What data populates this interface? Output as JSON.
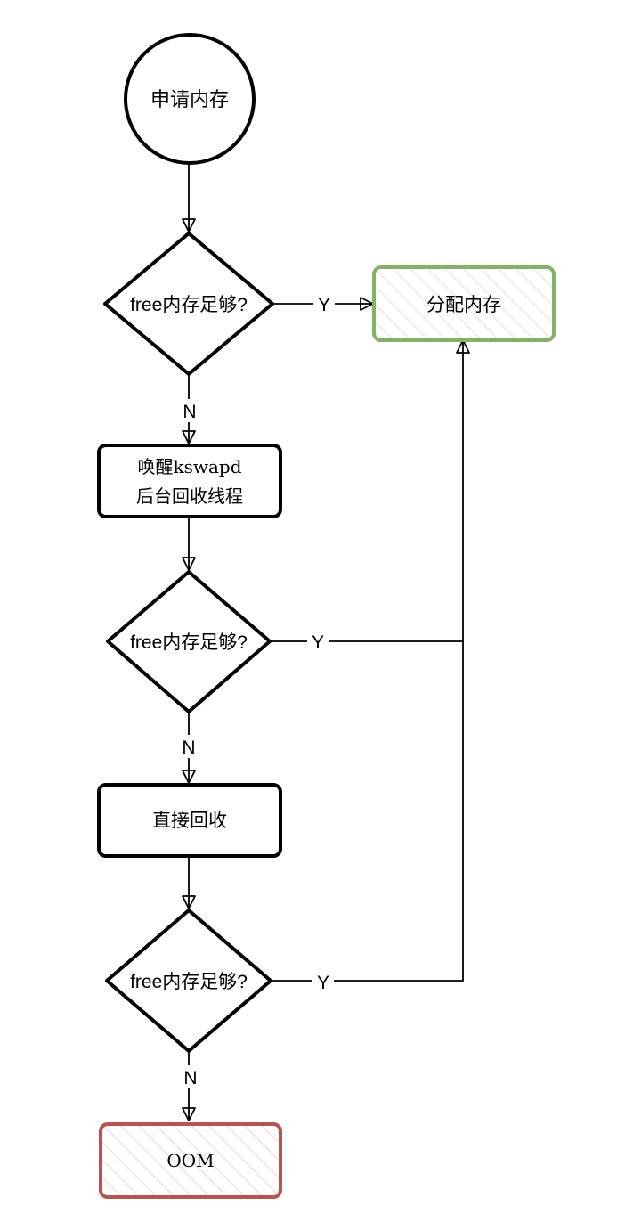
{
  "nodes": {
    "start": {
      "text": "申请内存"
    },
    "check1": {
      "text": "free内存足够?"
    },
    "alloc": {
      "text": "分配内存",
      "stroke": "#82b366",
      "fill": "#d5e8d4"
    },
    "kswapd": {
      "line1": "唤醒kswapd",
      "line2": "后台回收线程"
    },
    "check2": {
      "text": "free内存足够?"
    },
    "direct": {
      "text": "直接回收"
    },
    "check3": {
      "text": "free内存足够?"
    },
    "oom": {
      "text": "OOM",
      "stroke": "#b85450",
      "fill": "#f8cecc"
    }
  },
  "edges": {
    "check1_yes": "Y",
    "check1_no": "N",
    "check2_yes": "Y",
    "check2_no": "N",
    "check3_yes": "Y",
    "check3_no": "N"
  }
}
